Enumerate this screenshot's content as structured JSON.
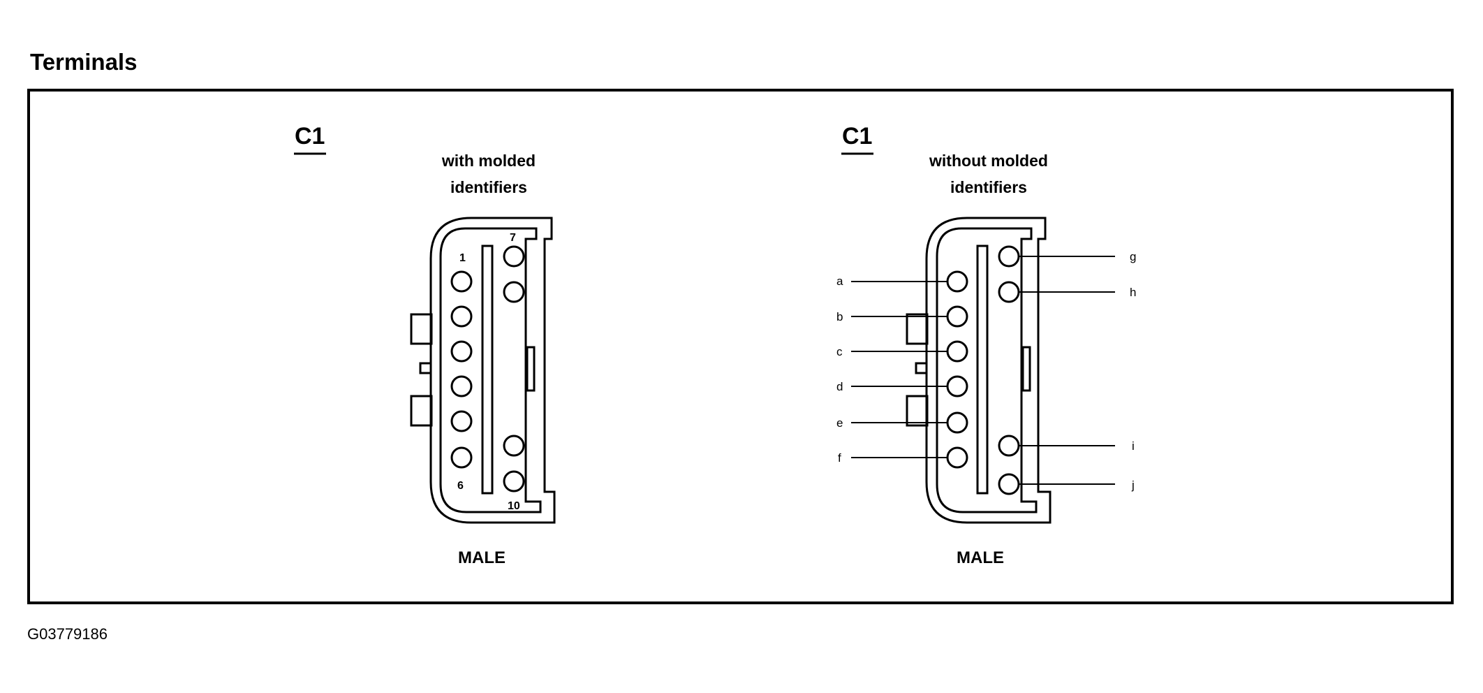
{
  "page_title": "Terminals",
  "figure_id": "G03779186",
  "connectors": [
    {
      "name": "C1",
      "subtitle_line1": "with molded",
      "subtitle_line2": "identifiers",
      "gender": "MALE",
      "pin_labels": {
        "first": "1",
        "sixth": "6",
        "seventh": "7",
        "tenth": "10"
      }
    },
    {
      "name": "C1",
      "subtitle_line1": "without molded",
      "subtitle_line2": "identifiers",
      "gender": "MALE",
      "terminal_letters": [
        "a",
        "b",
        "c",
        "d",
        "e",
        "f",
        "g",
        "h",
        "i",
        "j"
      ]
    }
  ]
}
